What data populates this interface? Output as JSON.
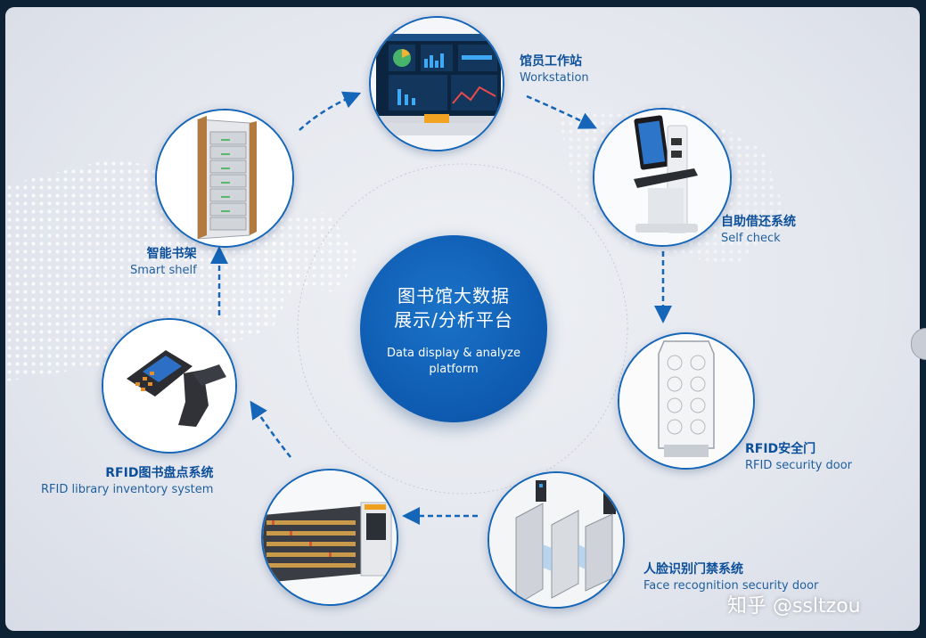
{
  "center": {
    "title_line1": "图书馆大数据",
    "title_line2": "展示/分析平台",
    "subtitle": "Data display & analyze platform"
  },
  "nodes": [
    {
      "id": "workstation",
      "cn": "馆员工作站",
      "en": "Workstation"
    },
    {
      "id": "self-check",
      "cn": "自助借还系统",
      "en": "Self check"
    },
    {
      "id": "security-door",
      "cn": "RFID安全门",
      "en": "RFID security door"
    },
    {
      "id": "face-door",
      "cn": "人脸识别门禁系统",
      "en": "Face recognition security door"
    },
    {
      "id": "inventory-room",
      "cn": "",
      "en": ""
    },
    {
      "id": "inventory",
      "cn": "RFID图书盘点系统",
      "en": "RFID library inventory system"
    },
    {
      "id": "smart-shelf",
      "cn": "智能书架",
      "en": "Smart shelf"
    }
  ],
  "watermark": "知乎 @ssltzou",
  "colors": {
    "accent": "#0d5ab0",
    "label": "#0c4f9a",
    "background": "#e4e7ee"
  }
}
